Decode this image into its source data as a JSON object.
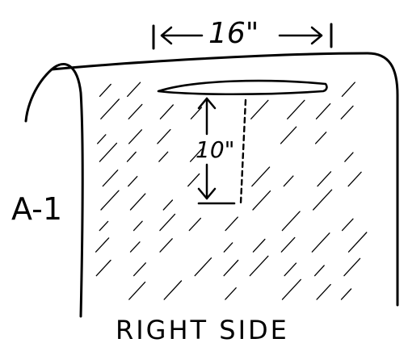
{
  "labels": {
    "width": "16\"",
    "length": "10\"",
    "piece": "A-1",
    "side": "RIGHT  SIDE"
  },
  "colors": {
    "ink": "#000000",
    "paper": "#ffffff"
  }
}
